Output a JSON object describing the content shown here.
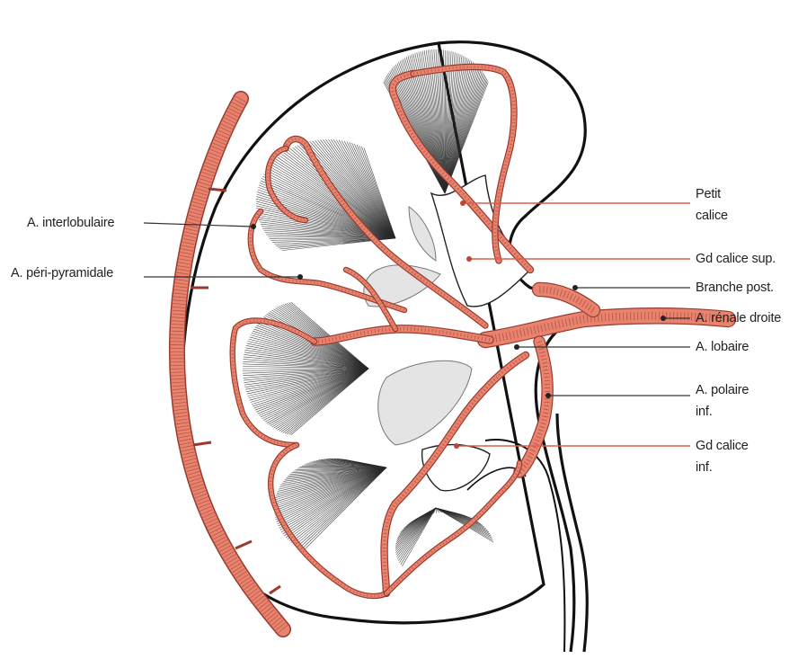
{
  "labels": {
    "interlobulaire": "A. interlobulaire",
    "peri_pyramidale": "A. péri-pyramidale",
    "petit_calice_1": "Petit",
    "petit_calice_2": "calice",
    "gd_calice_sup": "Gd calice sup.",
    "branche_post": "Branche post.",
    "renale_droite": "A. rénale droite",
    "lobaire": "A. lobaire",
    "polaire_inf_1": "A. polaire",
    "polaire_inf_2": "inf.",
    "gd_calice_inf_1": "Gd calice",
    "gd_calice_inf_2": "inf."
  },
  "colors": {
    "artery": "#e8836f",
    "artery_stroke": "#9a3a2c",
    "outline": "#111111",
    "leader_red": "#d9604a",
    "leader_dark": "#333333",
    "sinus_fill": "#e4e4e4"
  }
}
